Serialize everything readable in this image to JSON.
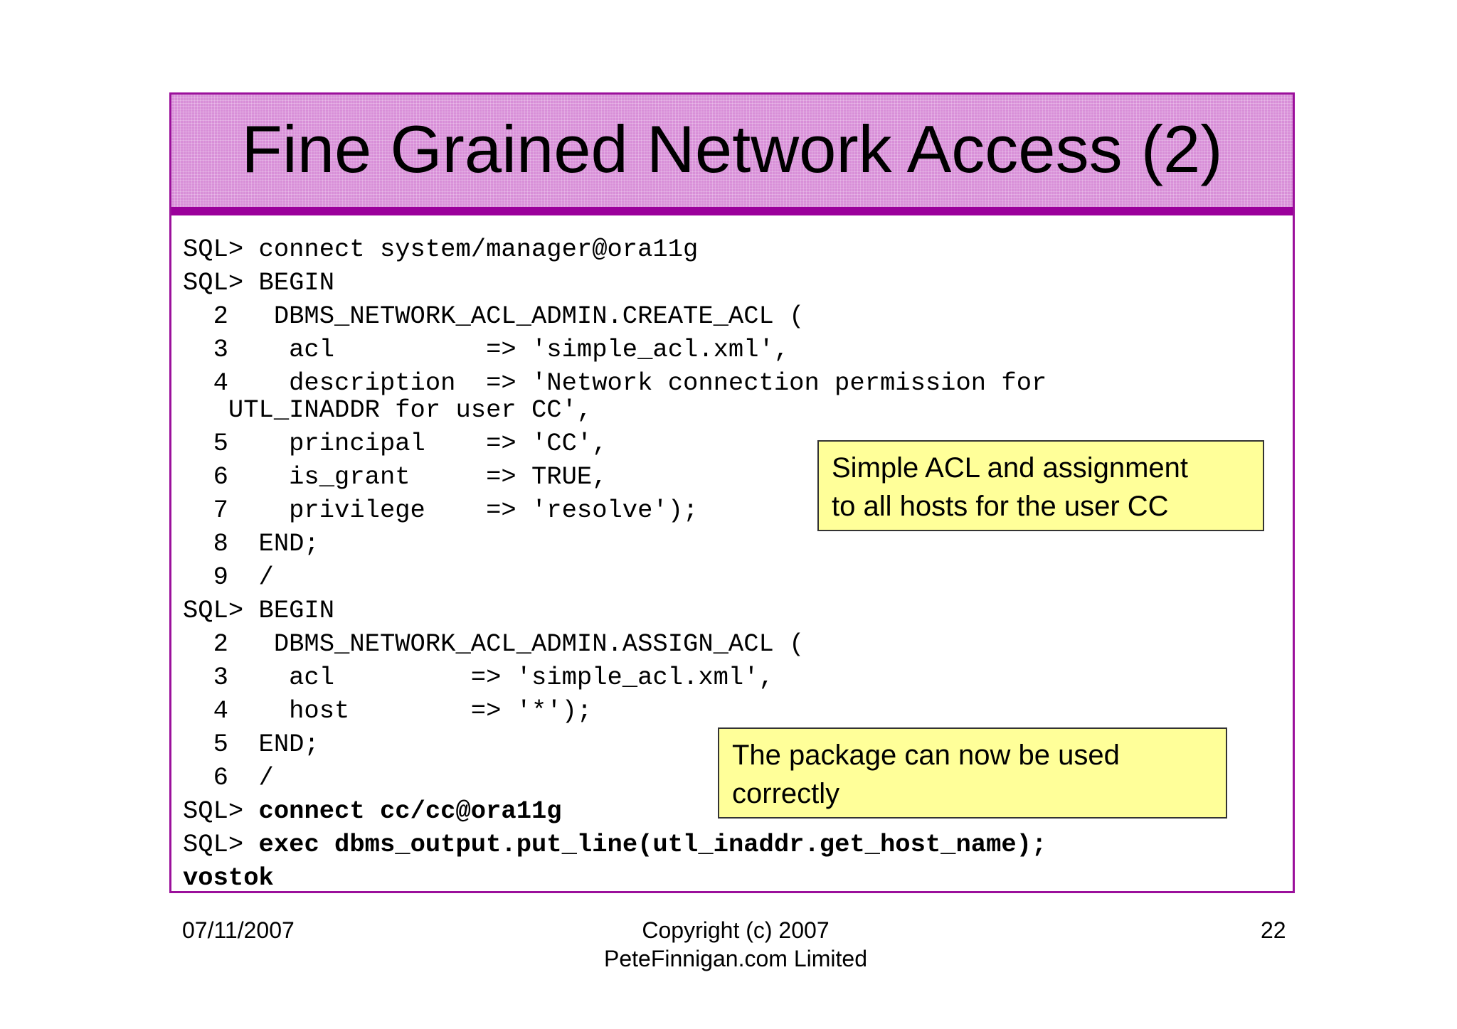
{
  "slide": {
    "title": "Fine Grained Network Access (2)",
    "code_lines": [
      {
        "text": "SQL> connect system/manager@ora11g",
        "bold": false
      },
      {
        "text": "SQL> BEGIN",
        "bold": false
      },
      {
        "text": "  2   DBMS_NETWORK_ACL_ADMIN.CREATE_ACL (",
        "bold": false
      },
      {
        "text": "  3    acl          => 'simple_acl.xml',",
        "bold": false
      },
      {
        "text": "  4    description  => 'Network connection permission for",
        "bold": false
      },
      {
        "text": "   UTL_INADDR for user CC',",
        "bold": false
      },
      {
        "text": "  5    principal    => 'CC',",
        "bold": false
      },
      {
        "text": "  6    is_grant     => TRUE,",
        "bold": false
      },
      {
        "text": "  7    privilege    => 'resolve');",
        "bold": false
      },
      {
        "text": "  8  END;",
        "bold": false
      },
      {
        "text": "  9  /",
        "bold": false
      },
      {
        "text": "SQL> BEGIN",
        "bold": false
      },
      {
        "text": "  2   DBMS_NETWORK_ACL_ADMIN.ASSIGN_ACL (",
        "bold": false
      },
      {
        "text": "  3    acl         => 'simple_acl.xml',",
        "bold": false
      },
      {
        "text": "  4    host        => '*');",
        "bold": false
      },
      {
        "text": "  5  END;",
        "bold": false
      },
      {
        "text": "  6  /",
        "bold": false
      },
      {
        "prompt": "SQL> ",
        "text": "connect cc/cc@ora11g",
        "bold": true
      },
      {
        "prompt": "SQL> ",
        "text": "exec dbms_output.put_line(utl_inaddr.get_host_name);",
        "bold": true
      },
      {
        "text": "vostok",
        "bold": true
      }
    ],
    "callout_1": {
      "line1": "Simple ACL and assignment",
      "line2": "to all hosts for the user CC"
    },
    "callout_2": {
      "line1": "The package can now be used",
      "line2": "correctly"
    }
  },
  "footer": {
    "date": "07/11/2007",
    "copyright_line1": "Copyright (c) 2007",
    "copyright_line2": "PeteFinnigan.com Limited",
    "page_number": "22"
  },
  "colors": {
    "frame": "#9b109b",
    "title_bar": "#d88fd8",
    "callout_fill": "#ffff99"
  }
}
